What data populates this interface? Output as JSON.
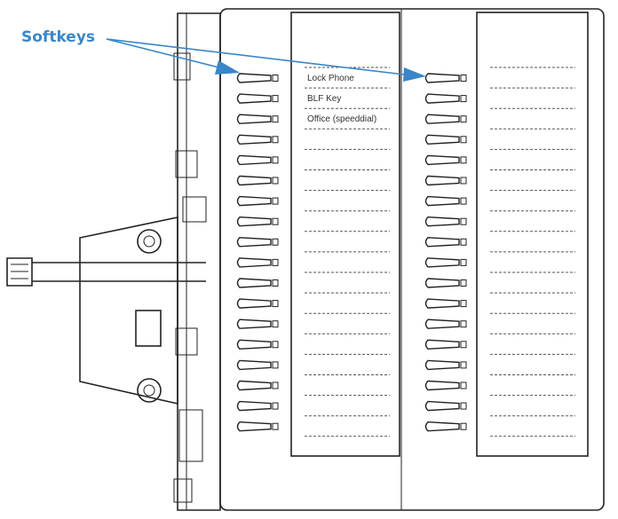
{
  "callout": {
    "label": "Softkeys",
    "color": "#3a86c8"
  },
  "key_columns": [
    {
      "keys": 18
    },
    {
      "keys": 18
    }
  ],
  "label_panels": [
    {
      "labels": [
        "Lock Phone",
        "BLF Key",
        "Office (speeddial)"
      ]
    },
    {
      "labels": []
    }
  ]
}
